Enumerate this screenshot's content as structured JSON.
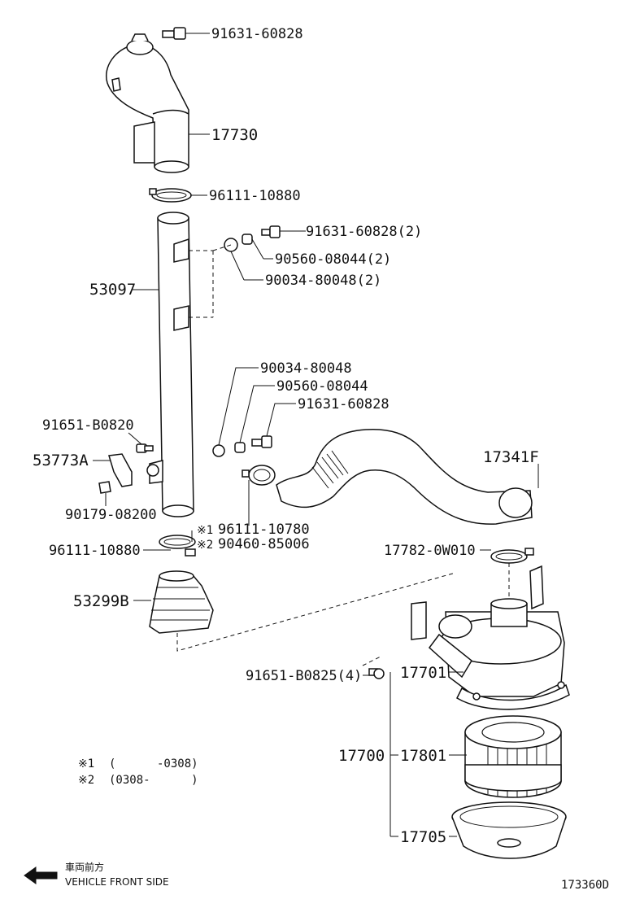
{
  "diagram_id": "173360D",
  "labels": {
    "p91631_60828_top": "91631-60828",
    "p17730": "17730",
    "p96111_10880_top": "96111-10880",
    "p91631_60828_2": "91631-60828(2)",
    "p90560_08044_2": "90560-08044(2)",
    "p90034_80048_2": "90034-80048(2)",
    "p53097": "53097",
    "p90034_80048": "90034-80048",
    "p90560_08044": "90560-08044",
    "p91631_60828_mid": "91631-60828",
    "p91651_B0820": "91651-B0820",
    "p53773A": "53773A",
    "p90179_08200": "90179-08200",
    "p17341F": "17341F",
    "p96111_10780": "96111-10780",
    "p90460_85006": "90460-85006",
    "p96111_10880_bot": "96111-10880",
    "p17782_0W010": "17782-0W010",
    "p53299B": "53299B",
    "p91651_B0825_4": "91651-B0825(4)",
    "p17701": "17701",
    "p17700": "17700",
    "p17801": "17801",
    "p17705": "17705"
  },
  "markers": {
    "m1": "※1",
    "m2": "※2"
  },
  "notes": {
    "n1_mark": "※1",
    "n1_text": "(      -0308)",
    "n2_mark": "※2",
    "n2_text": "(0308-      )"
  },
  "direction": {
    "jp": "車両前方",
    "en": "VEHICLE FRONT SIDE"
  }
}
